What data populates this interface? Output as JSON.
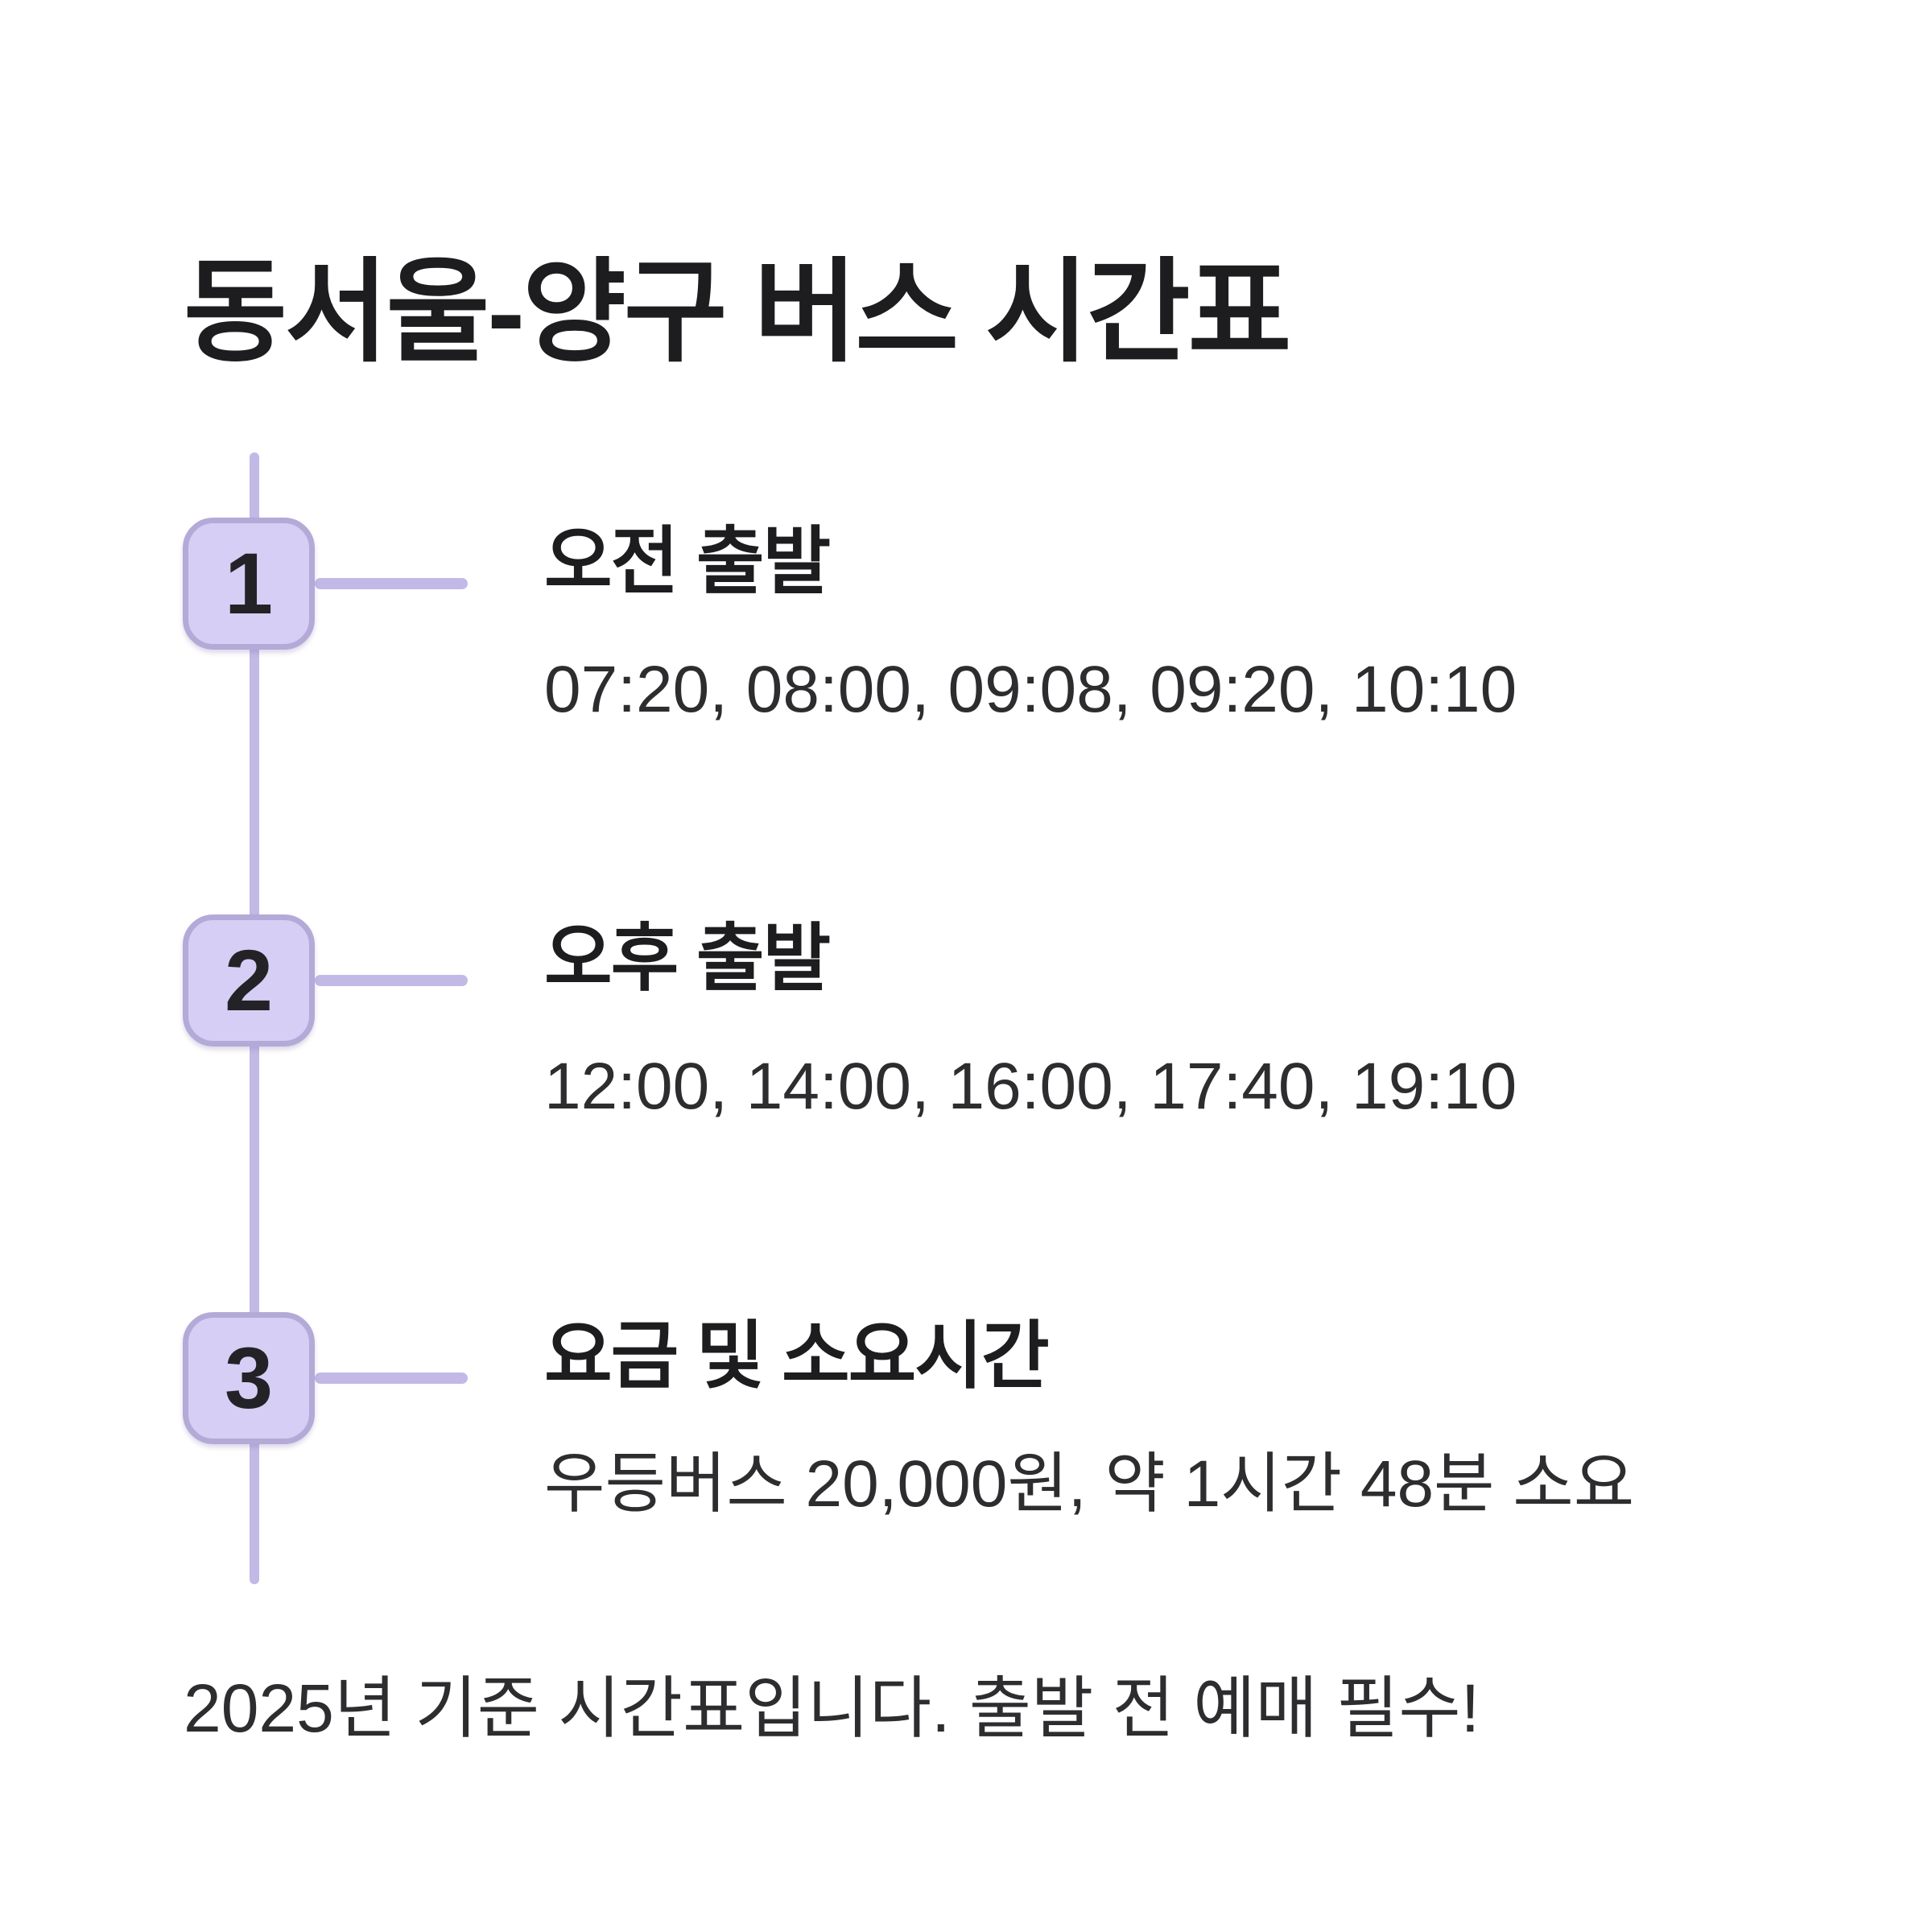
{
  "page": {
    "title": "동서울-양구 버스 시간표",
    "footer": "2025년 기준 시간표입니다. 출발 전 예매 필수!"
  },
  "timeline": {
    "items": [
      {
        "number": "1",
        "title": "오전 출발",
        "description": "07:20, 08:00, 09:08, 09:20, 10:10"
      },
      {
        "number": "2",
        "title": "오후 출발",
        "description": "12:00, 14:00, 16:00, 17:40, 19:10"
      },
      {
        "number": "3",
        "title": "요금 및 소요시간",
        "description": "우등버스 20,000원, 약 1시간 48분 소요"
      }
    ]
  },
  "colors": {
    "background": "#ffffff",
    "badge_fill": "#d6cef4",
    "badge_border": "#b4aad7",
    "line": "#c3b9e6",
    "text_primary": "#1d1d1f",
    "text_secondary": "#2d2d30"
  }
}
